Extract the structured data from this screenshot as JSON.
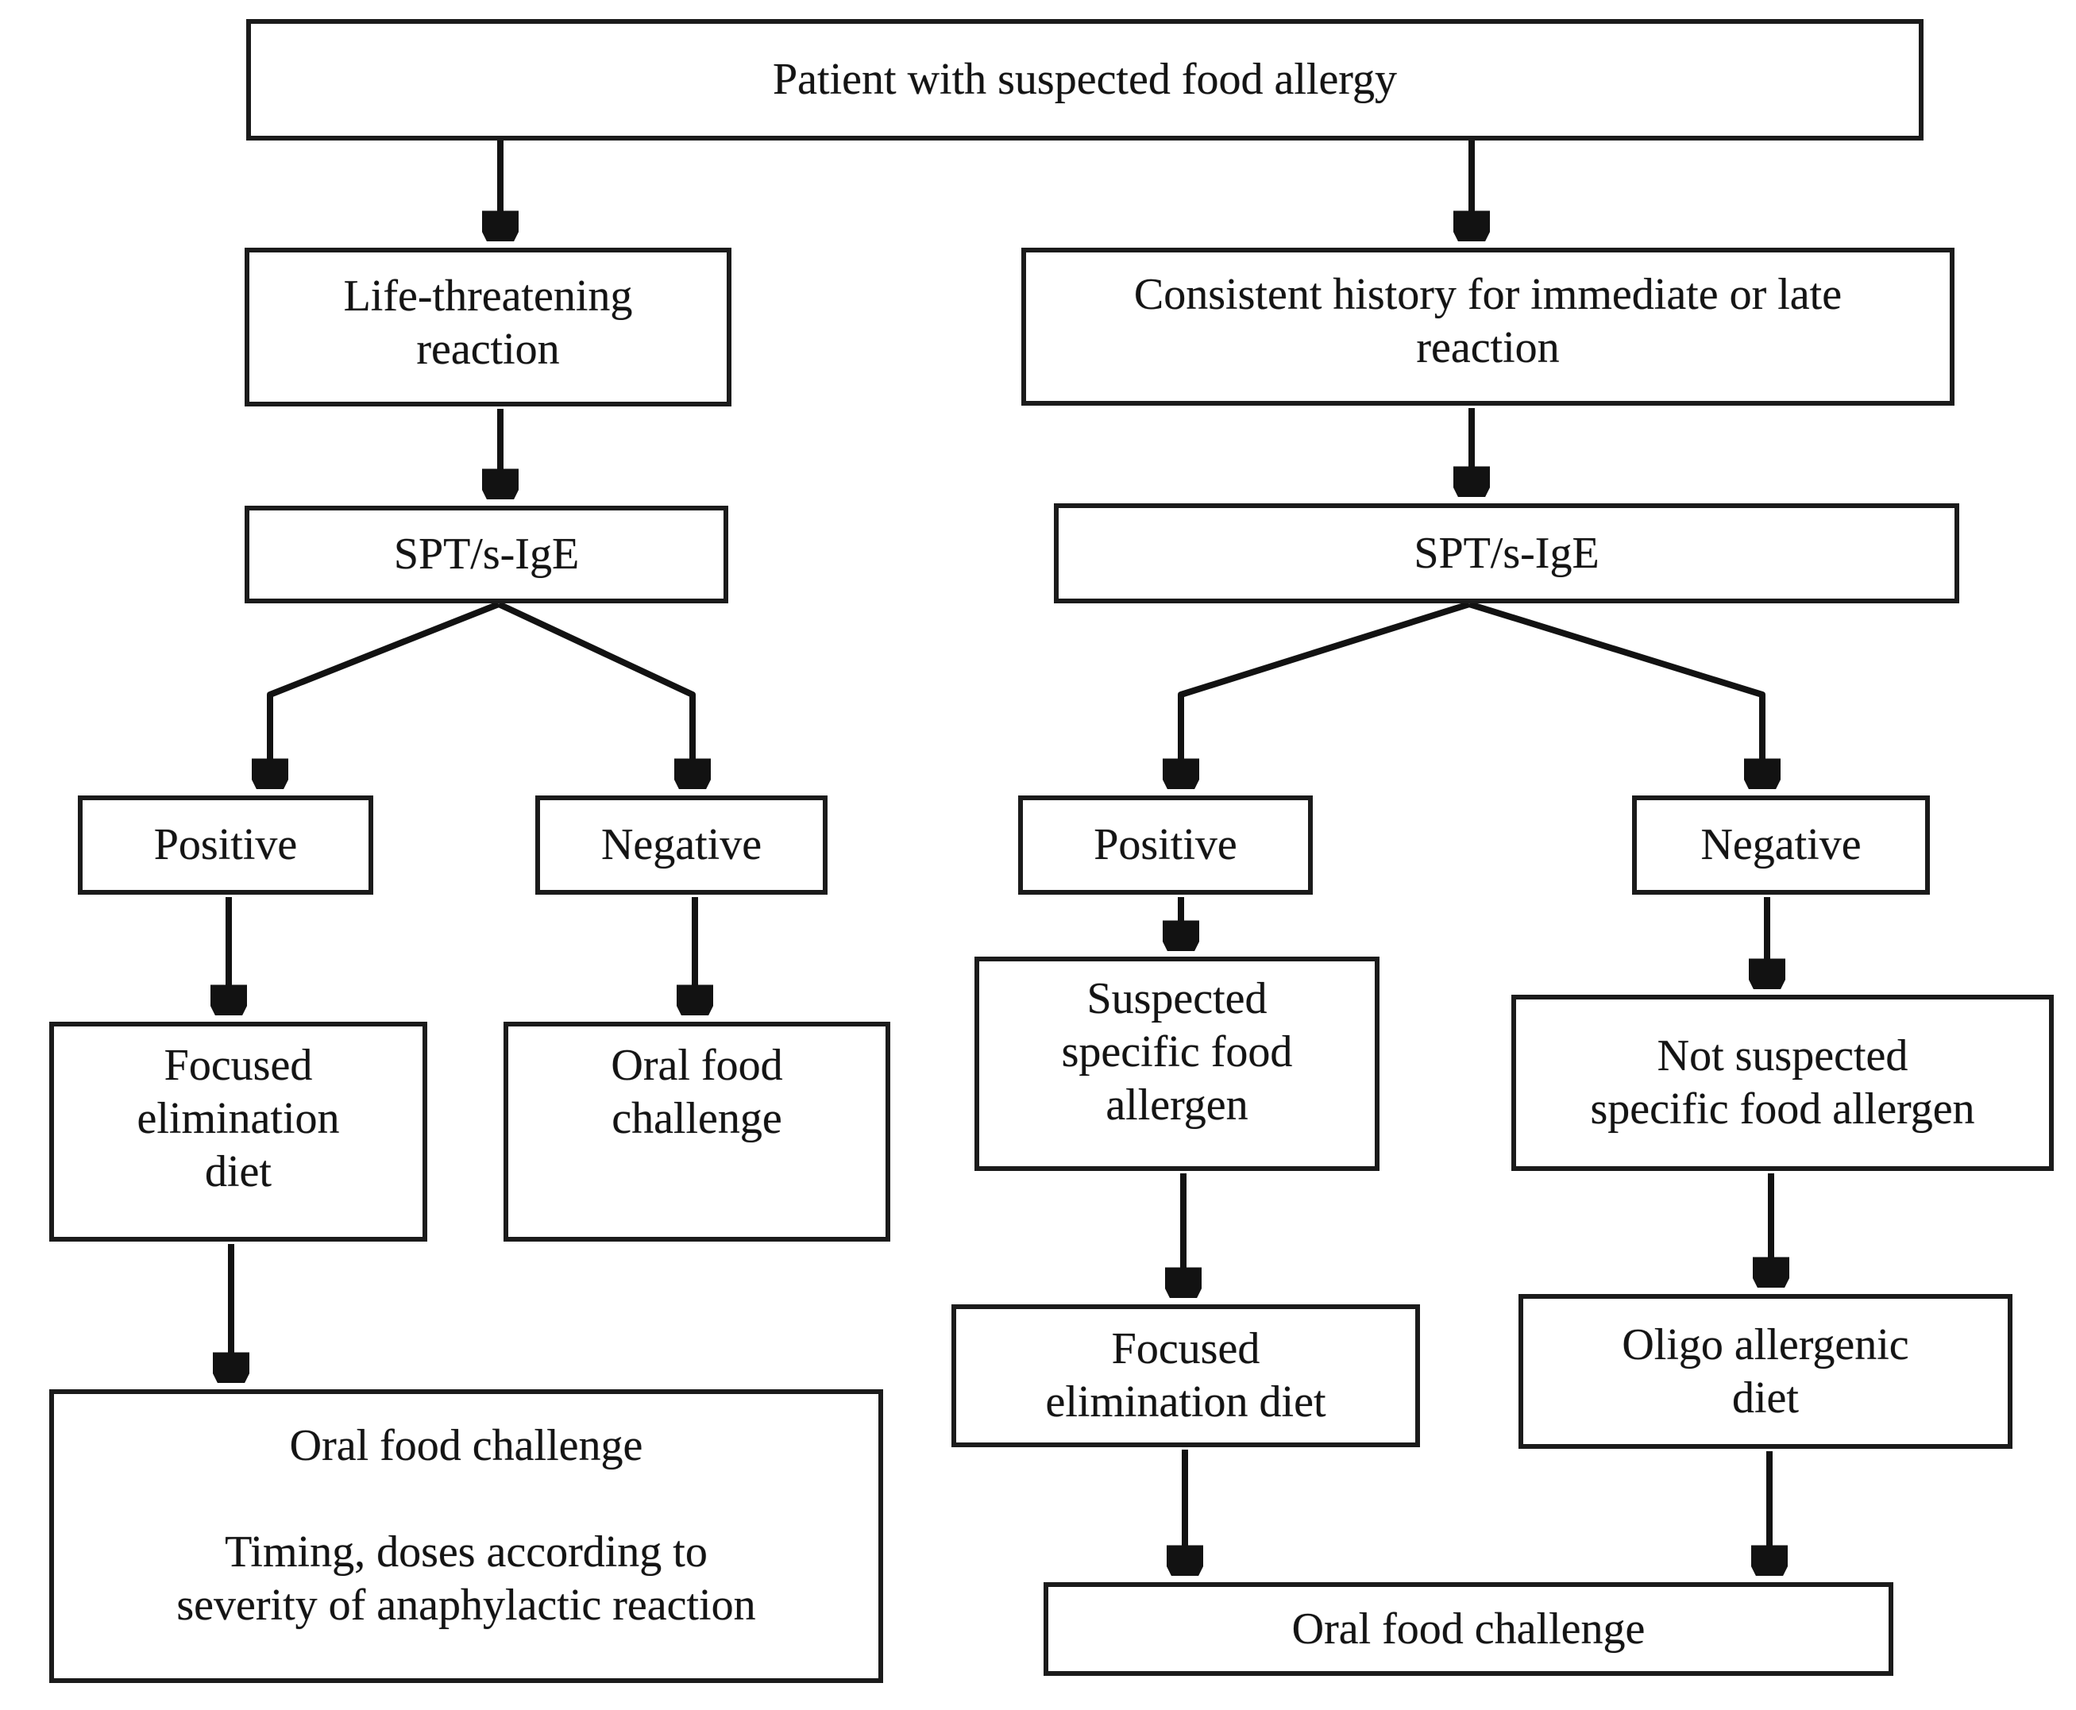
{
  "figure": {
    "type": "flowchart",
    "background_color": "#ffffff",
    "line_color": "#121212",
    "box_border_color": "#1b1b1b",
    "text_color": "#141414"
  },
  "nodes": {
    "patient": {
      "lines": [
        "Patient with suspected food allergy"
      ]
    },
    "life_threatening": {
      "lines": [
        "Life-threatening",
        "reaction"
      ]
    },
    "consistent_history": {
      "lines": [
        "Consistent history for immediate or late",
        "reaction"
      ]
    },
    "spt_left": {
      "lines": [
        "SPT/s-IgE"
      ]
    },
    "spt_right": {
      "lines": [
        "SPT/s-IgE"
      ]
    },
    "positive_left": {
      "lines": [
        "Positive"
      ]
    },
    "negative_left": {
      "lines": [
        "Negative"
      ]
    },
    "positive_right": {
      "lines": [
        "Positive"
      ]
    },
    "negative_right": {
      "lines": [
        "Negative"
      ]
    },
    "focused_elimination_left": {
      "lines": [
        "Focused",
        "elimination",
        "diet"
      ]
    },
    "oral_food_challenge_left": {
      "lines": [
        "Oral food",
        "challenge"
      ]
    },
    "suspected_allergen": {
      "lines": [
        "Suspected",
        "specific food",
        "allergen"
      ]
    },
    "not_suspected_allergen": {
      "lines": [
        "Not suspected",
        "specific food allergen"
      ]
    },
    "oral_food_challenge_big": {
      "lines": [
        "Oral food challenge",
        "",
        "Timing, doses according to",
        "severity of anaphylactic reaction"
      ]
    },
    "focused_elimination_right": {
      "lines": [
        "Focused",
        "elimination diet"
      ]
    },
    "oligo_diet": {
      "lines": [
        "Oligo allergenic",
        "diet"
      ]
    },
    "oral_food_challenge_bottom": {
      "lines": [
        "Oral food challenge"
      ]
    }
  },
  "edges": [
    {
      "from": "patient",
      "to": "life_threatening"
    },
    {
      "from": "patient",
      "to": "consistent_history"
    },
    {
      "from": "life_threatening",
      "to": "spt_left"
    },
    {
      "from": "consistent_history",
      "to": "spt_right"
    },
    {
      "from": "spt_left",
      "to": "positive_left"
    },
    {
      "from": "spt_left",
      "to": "negative_left"
    },
    {
      "from": "spt_right",
      "to": "positive_right"
    },
    {
      "from": "spt_right",
      "to": "negative_right"
    },
    {
      "from": "positive_left",
      "to": "focused_elimination_left"
    },
    {
      "from": "negative_left",
      "to": "oral_food_challenge_left"
    },
    {
      "from": "positive_right",
      "to": "suspected_allergen"
    },
    {
      "from": "negative_right",
      "to": "not_suspected_allergen"
    },
    {
      "from": "focused_elimination_left",
      "to": "oral_food_challenge_big"
    },
    {
      "from": "suspected_allergen",
      "to": "focused_elimination_right"
    },
    {
      "from": "not_suspected_allergen",
      "to": "oligo_diet"
    },
    {
      "from": "focused_elimination_right",
      "to": "oral_food_challenge_bottom"
    },
    {
      "from": "oligo_diet",
      "to": "oral_food_challenge_bottom"
    }
  ]
}
